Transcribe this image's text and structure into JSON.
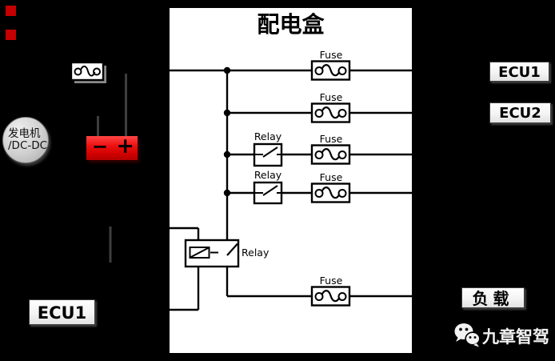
{
  "colors": {
    "background": "#000000",
    "box_fill": "#ffffff",
    "diagram_line": "#000000",
    "external_wire_gray": "#3e3e3e",
    "battery_red": "#ee1111",
    "marker_red": "#c40000"
  },
  "distribution_box": {
    "title": "配电盒"
  },
  "component_labels": {
    "fuse": "Fuse",
    "relay": "Relay"
  },
  "power_source": {
    "generator_line1": "发电机",
    "generator_line2": "/DC-DC",
    "battery_minus_symbol": "−",
    "battery_plus_symbol": "+"
  },
  "connected_units": {
    "ecu1_top_right": "ECU1",
    "ecu2_right": "ECU2",
    "load_bottom_right": "负载",
    "ecu1_bottom_left": "ECU1"
  },
  "watermark": {
    "brand_name": "九章智驾"
  }
}
